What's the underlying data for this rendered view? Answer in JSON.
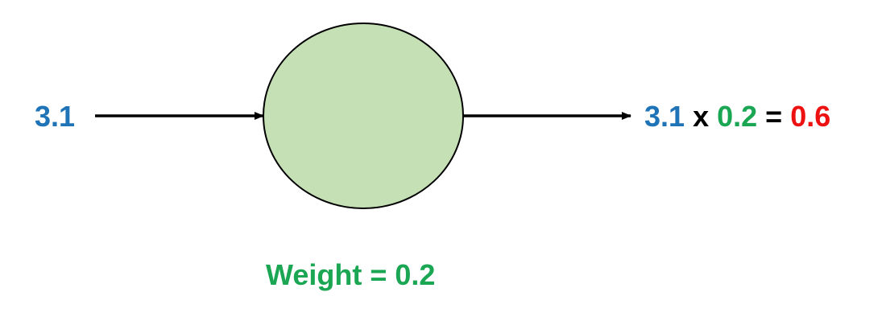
{
  "diagram": {
    "input": {
      "value": "3.1"
    },
    "output": {
      "input_term": "3.1",
      "times": "x",
      "weight_term": "0.2",
      "equals": "=",
      "result": "0.6"
    },
    "weight": {
      "label": "Weight",
      "equals": "=",
      "value": "0.2"
    }
  },
  "colors": {
    "input": "#1f73b7",
    "weight": "#1aa653",
    "result": "#ee1111",
    "operator": "#000000",
    "neuron_fill": "#c5e0b4",
    "neuron_stroke": "#000000",
    "arrow": "#000000"
  }
}
